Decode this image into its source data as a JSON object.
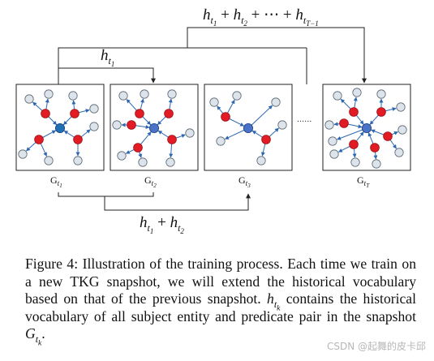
{
  "figure": {
    "snapshots": [
      {
        "label": "G",
        "sub": "t",
        "subsub": "1",
        "style": "blue-hub"
      },
      {
        "label": "G",
        "sub": "t",
        "subsub": "2",
        "style": "mid"
      },
      {
        "label": "G",
        "sub": "t",
        "subsub": "3",
        "style": "sparse"
      },
      {
        "label": "G",
        "sub": "t",
        "subsub": "T",
        "style": "dense"
      }
    ],
    "ellipsis": "......",
    "top_formula": {
      "terms": [
        "h_{t1}",
        "h_{t2}",
        "h_{tT-1}"
      ]
    },
    "mid_formula": {
      "terms": [
        "h_{t1}"
      ]
    },
    "bottom_formula": {
      "terms": [
        "h_{t1}",
        "h_{t2}"
      ]
    },
    "colors": {
      "subject_node": "#e21b24",
      "center_node_dark": "#1f6fb5",
      "center_node": "#4b72c9",
      "leaf_node": "#dde3ea",
      "edge": "#2e67b1",
      "frame": "#222222"
    }
  },
  "caption": {
    "prefix": "Figure 4: Illustration of the training process. Each time we train on a new TKG snapshot, we will extend the historical vocabulary based on that of the previous snapshot. ",
    "h_symbol": "h",
    "h_sub": "t",
    "h_subsub": "k",
    "middle": " contains the historical vocabulary of all subject entity and predicate pair in the snapshot ",
    "g_symbol": "G",
    "g_sub": "t",
    "g_subsub": "k",
    "suffix": "."
  },
  "watermark": "CSDN @起舞的皮卡邱"
}
